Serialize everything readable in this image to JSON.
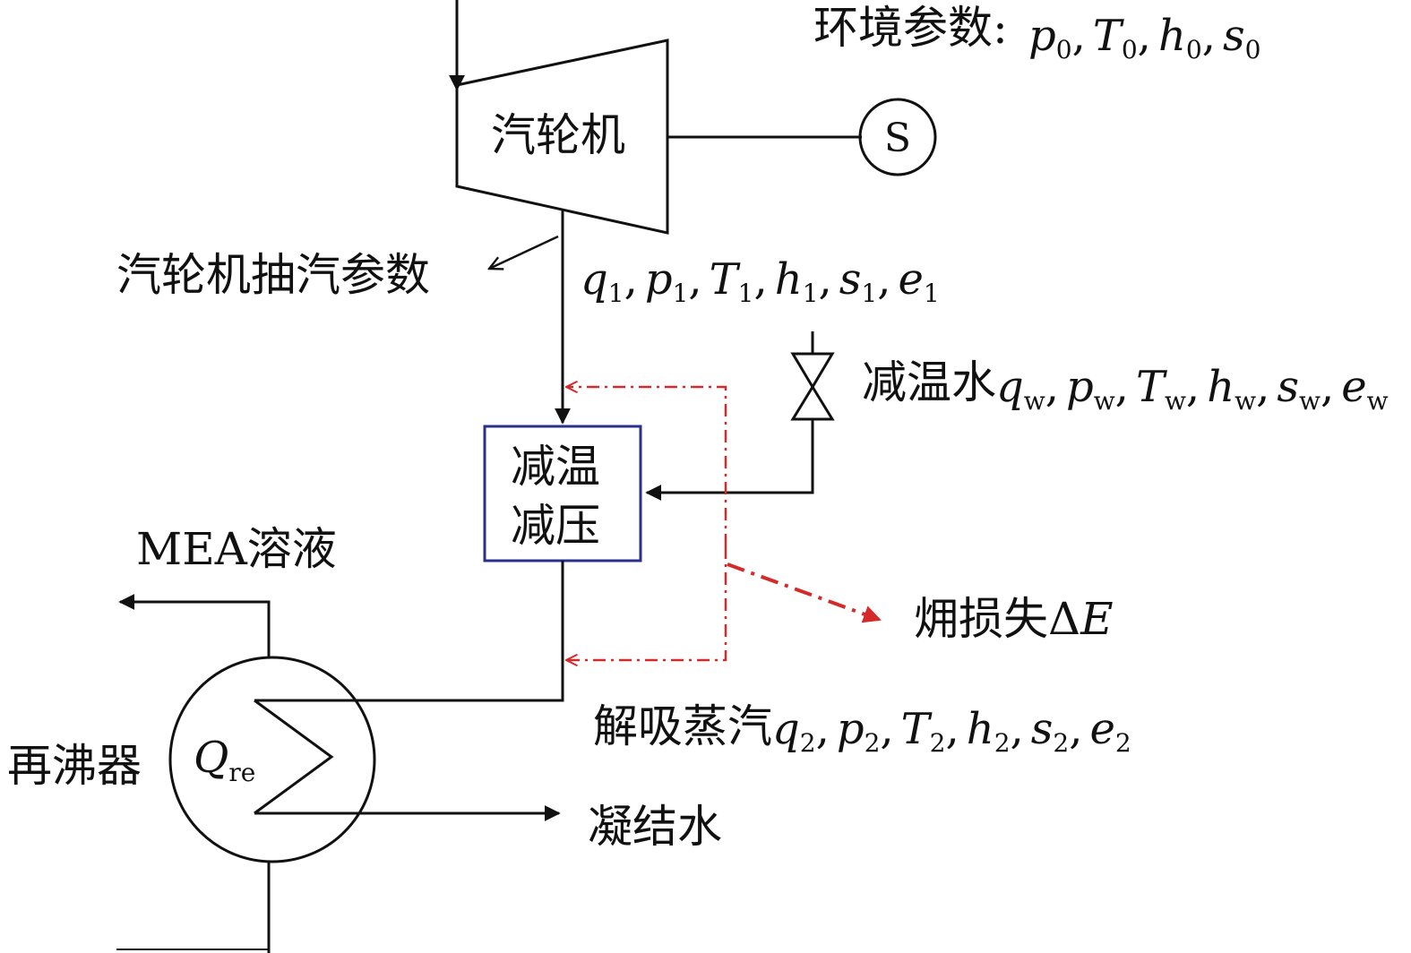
{
  "labels": {
    "ambient_params": "环境参数:",
    "turbine": "汽轮机",
    "shaft_symbol": "S",
    "extraction_params": "汽轮机抽汽参数",
    "desup_block_line1": "减温",
    "desup_block_line2": "减压",
    "spray_water": "减温水",
    "exergy_loss": "㶲损失Δ",
    "exergy_loss_var": "E",
    "mea_solution": "MEA溶液",
    "reboiler": "再沸器",
    "reboiler_heat": "Q",
    "reboiler_heat_sub": "re",
    "desorption_steam": "解吸蒸汽",
    "condensate": "凝结水"
  },
  "param_sets": {
    "ambient": [
      {
        "sym": "p",
        "sub": "0"
      },
      {
        "sym": "T",
        "sub": "0"
      },
      {
        "sym": "h",
        "sub": "0"
      },
      {
        "sym": "s",
        "sub": "0"
      }
    ],
    "extraction": [
      {
        "sym": "q",
        "sub": "1"
      },
      {
        "sym": "p",
        "sub": "1"
      },
      {
        "sym": "T",
        "sub": "1"
      },
      {
        "sym": "h",
        "sub": "1"
      },
      {
        "sym": "s",
        "sub": "1"
      },
      {
        "sym": "e",
        "sub": "1"
      }
    ],
    "spray": [
      {
        "sym": "q",
        "sub": "w"
      },
      {
        "sym": "p",
        "sub": "w"
      },
      {
        "sym": "T",
        "sub": "w"
      },
      {
        "sym": "h",
        "sub": "w"
      },
      {
        "sym": "s",
        "sub": "w"
      },
      {
        "sym": "e",
        "sub": "w"
      }
    ],
    "desorption": [
      {
        "sym": "q",
        "sub": "2"
      },
      {
        "sym": "p",
        "sub": "2"
      },
      {
        "sym": "T",
        "sub": "2"
      },
      {
        "sym": "h",
        "sub": "2"
      },
      {
        "sym": "s",
        "sub": "2"
      },
      {
        "sym": "e",
        "sub": "2"
      }
    ]
  },
  "colors": {
    "line": "#111111",
    "block_border": "#2b2f8f",
    "loss_line": "#d42a2a"
  }
}
